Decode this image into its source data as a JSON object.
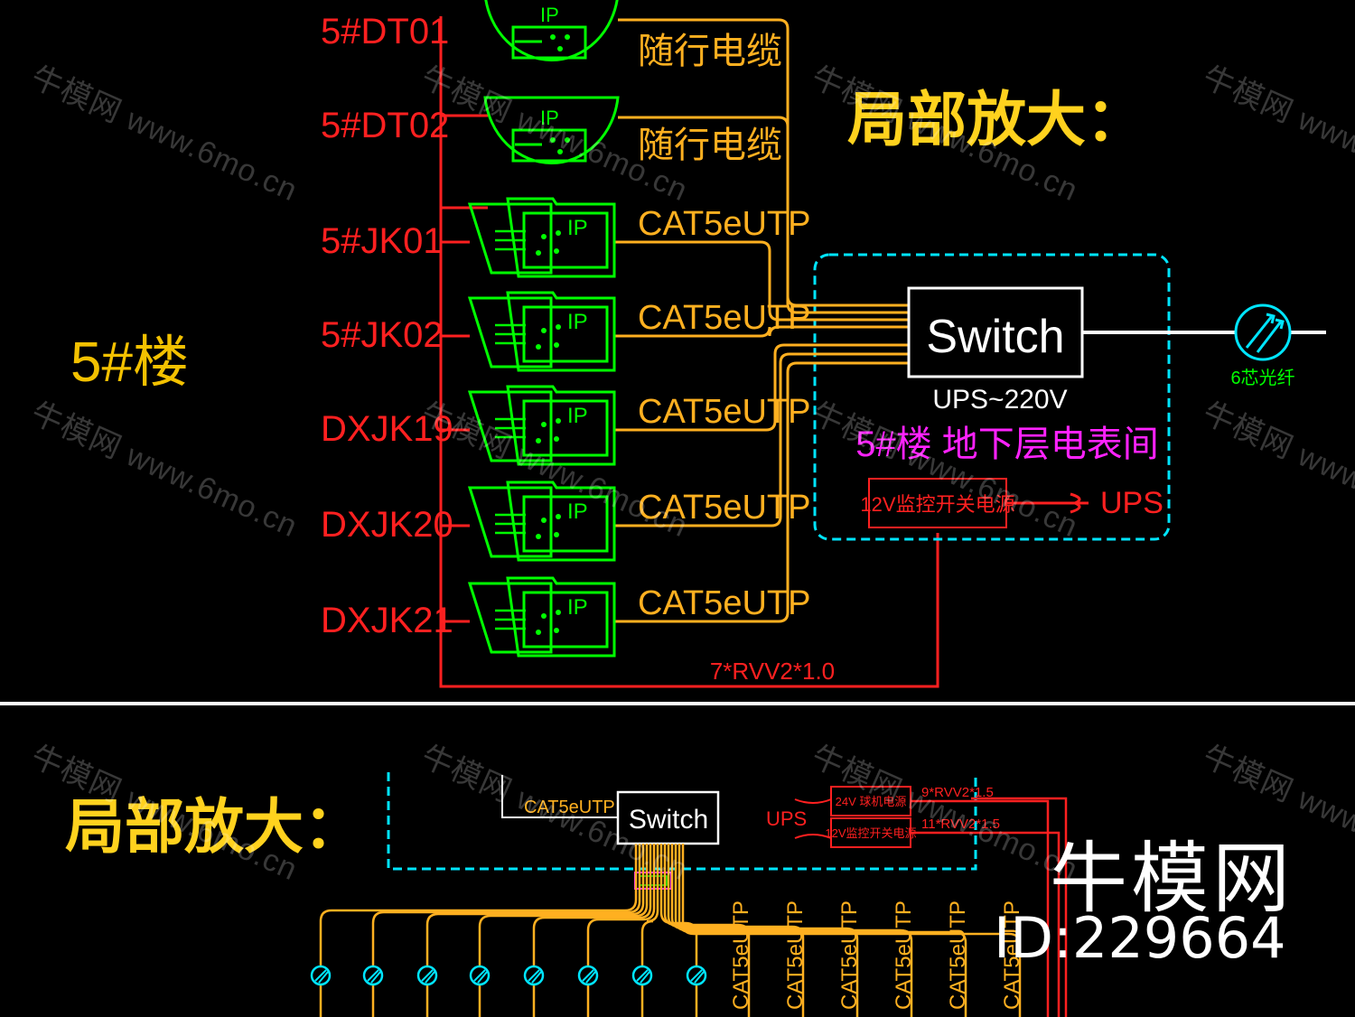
{
  "upper": {
    "building_label": "5#楼",
    "zoom_title": "局部放大：",
    "devices": [
      {
        "id": "5#DT01",
        "cable": "随行电缆",
        "ip": "IP"
      },
      {
        "id": "5#DT02",
        "cable": "随行电缆",
        "ip": "IP"
      },
      {
        "id": "5#JK01",
        "cable": "CAT5eUTP",
        "ip": "IP"
      },
      {
        "id": "5#JK02",
        "cable": "CAT5eUTP",
        "ip": "IP"
      },
      {
        "id": "DXJK19",
        "cable": "CAT5eUTP",
        "ip": "IP"
      },
      {
        "id": "DXJK20",
        "cable": "CAT5eUTP",
        "ip": "IP"
      },
      {
        "id": "DXJK21",
        "cable": "CAT5eUTP",
        "ip": "IP"
      }
    ],
    "switch_label": "Switch",
    "ups_power": "UPS~220V",
    "room_label": "5#楼 地下层电表间",
    "power_supply": "12V监控开关电源",
    "ups_label": "UPS",
    "fiber_label": "6芯光纤",
    "power_cable": "7*RVV2*1.0"
  },
  "lower": {
    "zoom_title": "局部放大：",
    "switch_label": "Switch",
    "uplink_cable": "CAT5eUTP",
    "ups_label": "UPS",
    "power_24v": "24V 球机电源",
    "power_12v": "12V监控开关电源",
    "cable_1": "9*RVV2*1.5",
    "cable_2": "11*RVV2*1.5",
    "vertical_cables": [
      "CAT5eUTP",
      "CAT5eUTP",
      "CAT5eUTP",
      "CAT5eUTP",
      "CAT5eUTP",
      "CAT5eUTP"
    ]
  },
  "brand": {
    "name": "牛模网",
    "id": "ID:229664",
    "watermark": "牛模网 www.6mo.cn"
  },
  "colors": {
    "red": "#ff2020",
    "green": "#00ff00",
    "yellow": "#ffd21e",
    "orange": "#ffb020",
    "cyan": "#00e5ff",
    "magenta": "#ff22ff",
    "white": "#ffffff",
    "label_orange": "#f3c100"
  }
}
